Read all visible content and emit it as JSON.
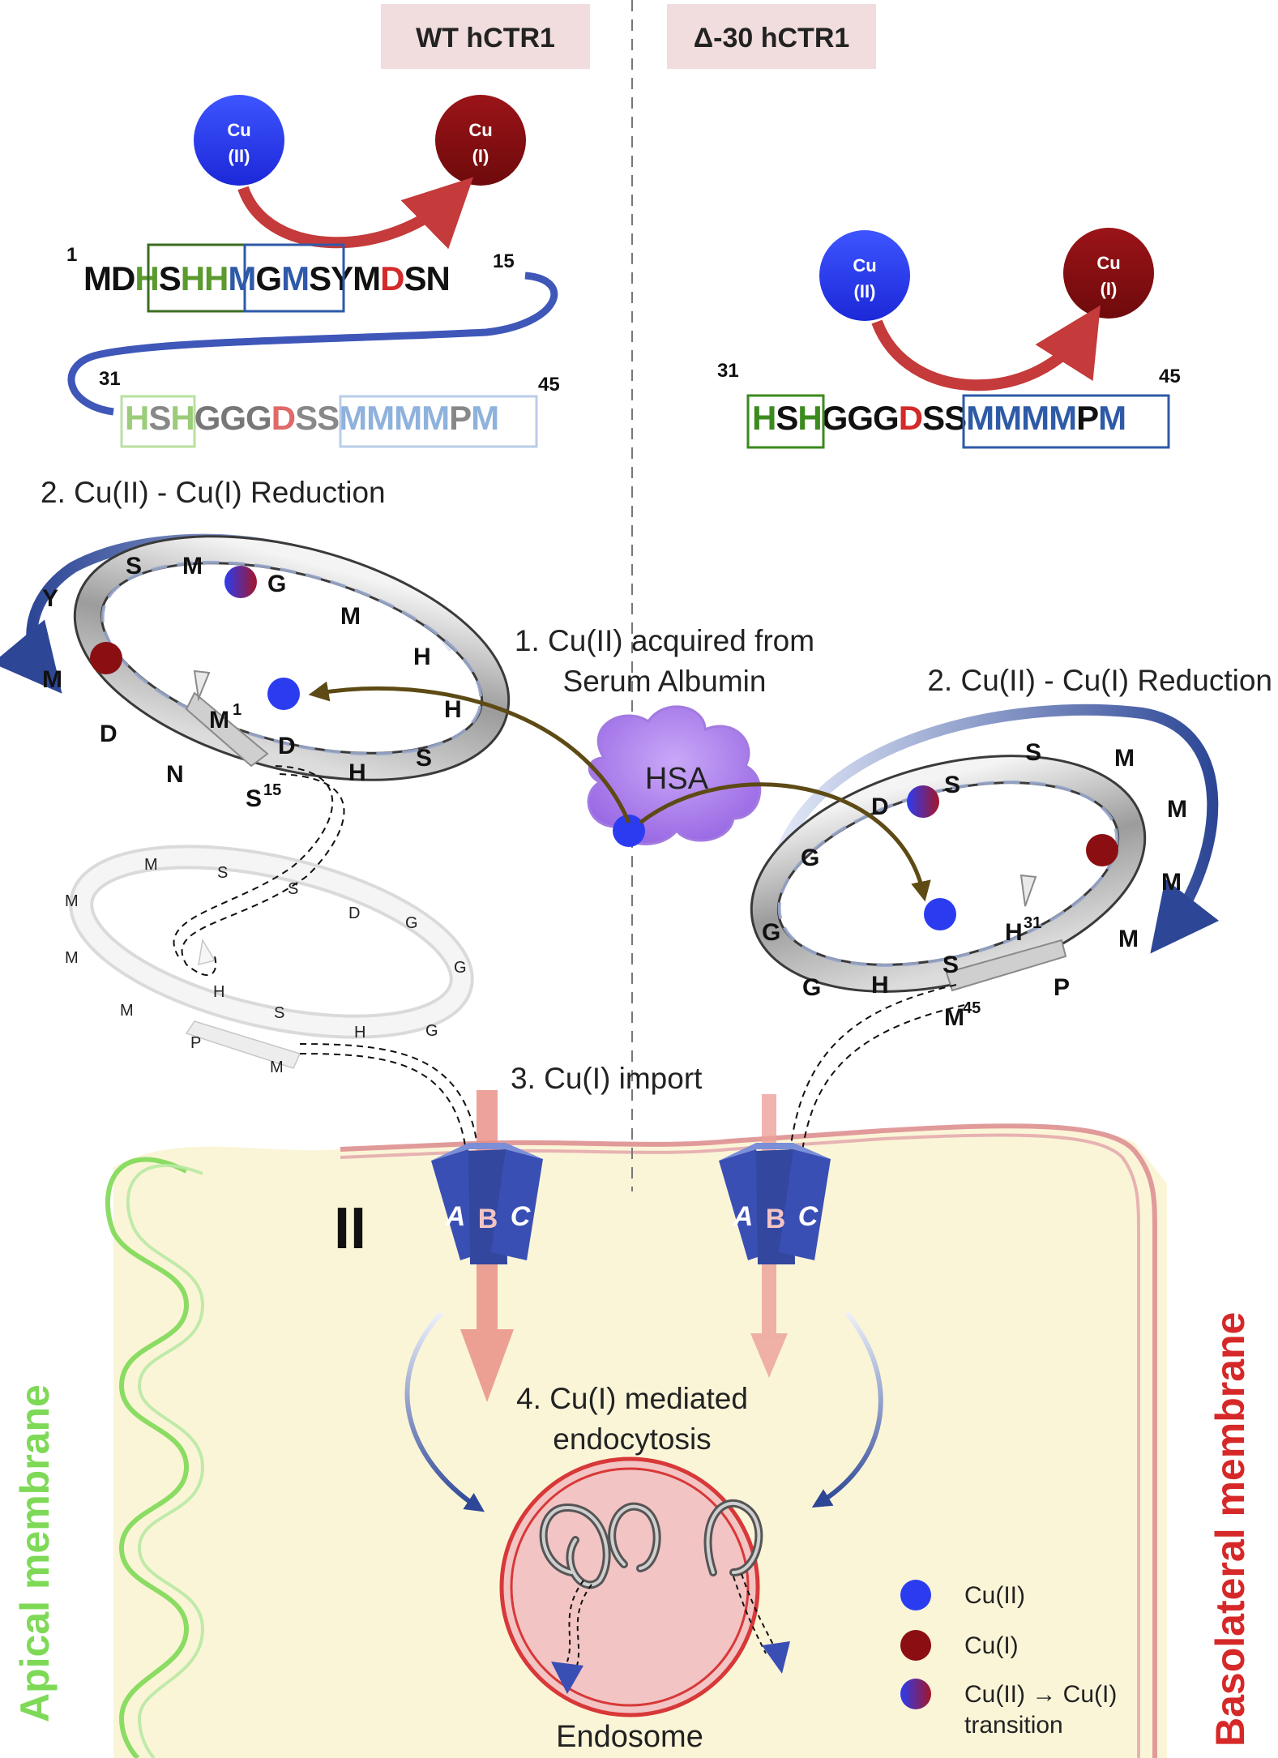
{
  "panels": {
    "wt_title": "WT hCTR1",
    "delta_title": "Δ-30 hCTR1"
  },
  "ions": {
    "cu2": [
      "Cu",
      "(II)"
    ],
    "cu1": [
      "Cu",
      "(I)"
    ]
  },
  "sequences": {
    "wt_n_start": "1",
    "wt_n_end": "15",
    "wt_top": [
      {
        "t": "M",
        "c": "#111111"
      },
      {
        "t": "D",
        "c": "#111111"
      },
      {
        "t": "H",
        "c": "#5a9a2e"
      },
      {
        "t": "S",
        "c": "#111111"
      },
      {
        "t": "H",
        "c": "#5a9a2e"
      },
      {
        "t": "H",
        "c": "#5a9a2e"
      },
      {
        "t": "M",
        "c": "#2e5aa8"
      },
      {
        "t": "G",
        "c": "#111111"
      },
      {
        "t": "M",
        "c": "#2e5aa8"
      },
      {
        "t": "S",
        "c": "#111111"
      },
      {
        "t": "Y",
        "c": "#111111"
      },
      {
        "t": "M",
        "c": "#111111"
      },
      {
        "t": "D",
        "c": "#d42a2a"
      },
      {
        "t": "S",
        "c": "#111111"
      },
      {
        "t": "N",
        "c": "#111111"
      }
    ],
    "wt_c_start": "31",
    "wt_c_end": "45",
    "wt_bottom": [
      {
        "t": "H",
        "c": "#9ccc7a"
      },
      {
        "t": "S",
        "c": "#888888"
      },
      {
        "t": "H",
        "c": "#9ccc7a"
      },
      {
        "t": "G",
        "c": "#777777"
      },
      {
        "t": "G",
        "c": "#777777"
      },
      {
        "t": "G",
        "c": "#777777"
      },
      {
        "t": "D",
        "c": "#e06a6a"
      },
      {
        "t": "S",
        "c": "#888888"
      },
      {
        "t": "S",
        "c": "#888888"
      },
      {
        "t": "M",
        "c": "#8fb2dc"
      },
      {
        "t": "M",
        "c": "#8fb2dc"
      },
      {
        "t": "M",
        "c": "#8fb2dc"
      },
      {
        "t": "M",
        "c": "#8fb2dc"
      },
      {
        "t": "P",
        "c": "#888888"
      },
      {
        "t": "M",
        "c": "#8fb2dc"
      }
    ],
    "delta_c_start": "31",
    "delta_c_end": "45",
    "delta_seq": [
      {
        "t": "H",
        "c": "#3b8a1e"
      },
      {
        "t": "S",
        "c": "#111111"
      },
      {
        "t": "H",
        "c": "#3b8a1e"
      },
      {
        "t": "G",
        "c": "#111111"
      },
      {
        "t": "G",
        "c": "#111111"
      },
      {
        "t": "G",
        "c": "#111111"
      },
      {
        "t": "D",
        "c": "#d42a2a"
      },
      {
        "t": "S",
        "c": "#111111"
      },
      {
        "t": "S",
        "c": "#111111"
      },
      {
        "t": "M",
        "c": "#2e5aa8"
      },
      {
        "t": "M",
        "c": "#2e5aa8"
      },
      {
        "t": "M",
        "c": "#2e5aa8"
      },
      {
        "t": "M",
        "c": "#2e5aa8"
      },
      {
        "t": "P",
        "c": "#111111"
      },
      {
        "t": "M",
        "c": "#2e5aa8"
      }
    ]
  },
  "steps": {
    "step2_left": "2. Cu(II) - Cu(I) Reduction",
    "step1_line1": "1. Cu(II) acquired from",
    "step1_line2": "Serum Albumin",
    "step2_right": "2. Cu(II) - Cu(I) Reduction",
    "step3": "3. Cu(I) import",
    "step4_line1": "4. Cu(I) mediated",
    "step4_line2": "endocytosis"
  },
  "hsa_label": "HSA",
  "helix_left_labels": {
    "S_a": "S",
    "M_a": "M",
    "G_a": "G",
    "Y": "Y",
    "M_b": "M",
    "H_a": "H",
    "M_c": "M",
    "M1": "M",
    "M1_sup": "1",
    "H_b": "H",
    "D_a": "D",
    "D_b": "D",
    "N": "N",
    "S15": "S",
    "S15_sup": "15",
    "H_c": "H",
    "S_b": "S"
  },
  "helix_faded_labels": [
    "M",
    "S",
    "S",
    "D",
    "G",
    "G",
    "G",
    "H",
    "S",
    "H",
    "M",
    "M",
    "M",
    "P",
    "M"
  ],
  "helix_right_labels": {
    "S_a": "S",
    "M_a": "M",
    "D": "D",
    "S_b": "S",
    "M_b": "M",
    "G_a": "G",
    "M_c": "M",
    "G_b": "G",
    "H31": "H",
    "H31_sup": "31",
    "M_d": "M",
    "G_c": "G",
    "H": "H",
    "S_c": "S",
    "P": "P",
    "M45": "M",
    "M45_sup": "45"
  },
  "channel_subunits": [
    "A",
    "B",
    "C"
  ],
  "membranes": {
    "apical": "Apical membrane",
    "basolateral": "Basolateral membrane",
    "tight_junction": "II"
  },
  "endosome_label": "Endosome",
  "legend": {
    "cu2": "Cu(II)",
    "cu1": "Cu(I)",
    "transition_line1": "Cu(II) → Cu(I)",
    "transition_line2": "transition"
  },
  "colors": {
    "cu2": "#2b3cf0",
    "cu1": "#8b0f12",
    "channel": "#3a4fb4",
    "cell": "#fbf5d8",
    "basolateral": "#d64545",
    "apical": "#7ed957",
    "endosome_fill": "#f3c4c4",
    "endosome_ring": "#d83838",
    "hsa": "#b68ef0",
    "title_bg": "#f1dddd"
  }
}
